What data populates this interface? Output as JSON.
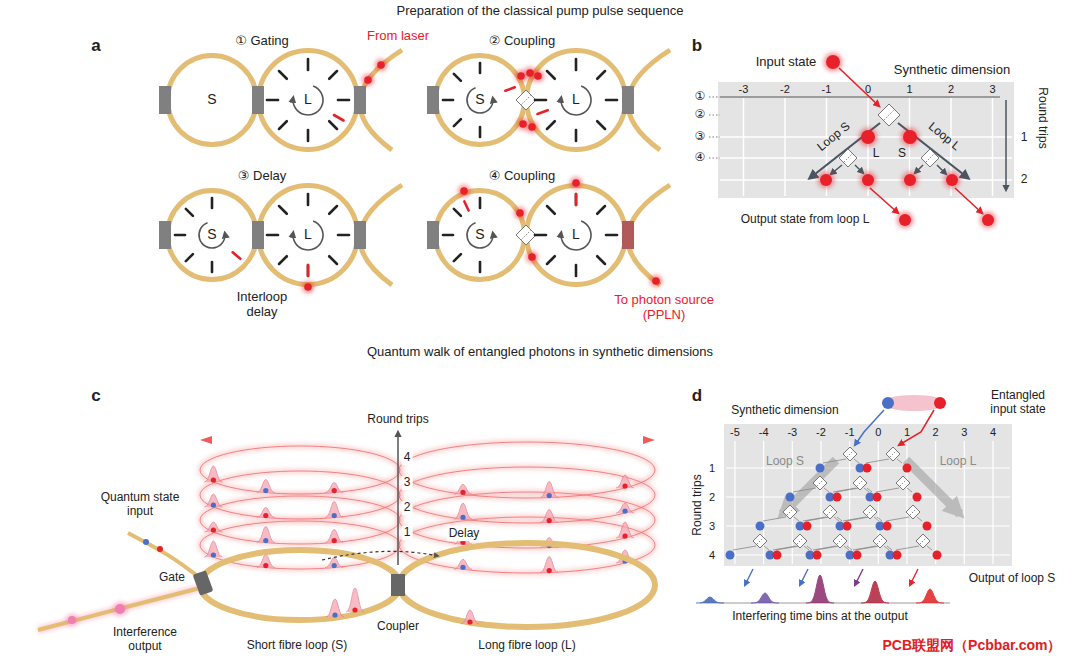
{
  "diagram": {
    "title": "Preparation of the classical pump pulse sequence",
    "nodes": [
      {
        "text": [
          "S"
        ]
      },
      {
        "text": [
          "L"
        ]
      },
      {
        "text": [
          "S"
        ]
      },
      {
        "text": [
          "L"
        ]
      },
      {
        "text": [
          "S"
        ]
      },
      {
        "text": [
          "L"
        ]
      },
      {
        "text": [
          "S"
        ]
      },
      {
        "text": [
          "L"
        ]
      }
    ],
    "labels": [
      "a",
      "① Gating",
      "② Coupling",
      "From laser",
      "③ Delay",
      "④ Coupling",
      "Interloop delay",
      "To photon source (PPLN)",
      "b",
      "Input state",
      "Synthetic dimension",
      "-3",
      "-2",
      "-1",
      "0",
      "1",
      "2",
      "3",
      "①",
      "②",
      "③",
      "④",
      "Loop S",
      "Loop L",
      "L",
      "S",
      "Round trips",
      "1",
      "2",
      "Output state from loop L",
      "Quantum walk of entangled photons in synthetic dimensions",
      "c",
      "Round trips",
      "4",
      "3",
      "2",
      "1",
      "Quantum state input",
      "Delay",
      "Gate",
      "Coupler",
      "Interference output",
      "Short fibre loop (S)",
      "Long fibre loop (L)",
      "d",
      "Synthetic dimension",
      "Entangled input state",
      "-5",
      "-4",
      "-3",
      "-2",
      "-1",
      "0",
      "1",
      "2",
      "3",
      "4",
      "Loop S",
      "Loop L",
      "Round trips",
      "1",
      "2",
      "3",
      "4",
      "Output of loop S",
      "Interfering time bins at the output",
      "PCB联盟网（Pcbbar.com）"
    ]
  }
}
